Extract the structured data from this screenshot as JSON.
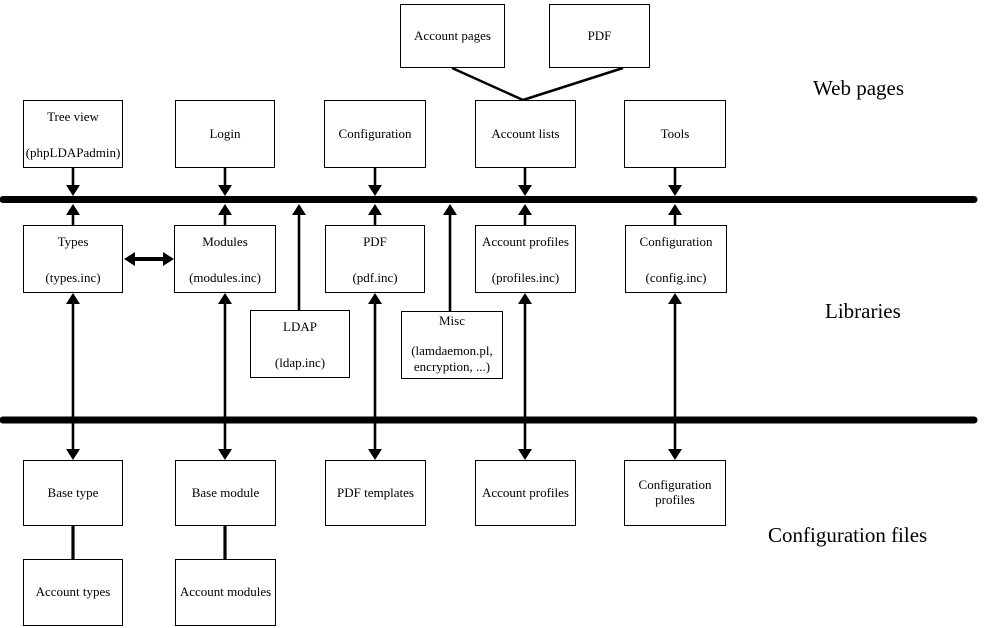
{
  "section_labels": {
    "web_pages": "Web pages",
    "libraries": "Libraries",
    "configuration_files": "Configuration files"
  },
  "boxes": {
    "account_pages": {
      "line1": "Account pages"
    },
    "pdf_top": {
      "line1": "PDF"
    },
    "tree_view": {
      "line1": "Tree view",
      "line2": "(phpLDAPadmin)"
    },
    "login": {
      "line1": "Login"
    },
    "configuration_page": {
      "line1": "Configuration"
    },
    "account_lists": {
      "line1": "Account lists"
    },
    "tools": {
      "line1": "Tools"
    },
    "types": {
      "line1": "Types",
      "line2": "(types.inc)"
    },
    "modules": {
      "line1": "Modules",
      "line2": "(modules.inc)"
    },
    "pdf_lib": {
      "line1": "PDF",
      "line2": "(pdf.inc)"
    },
    "account_profiles_lib": {
      "line1": "Account profiles",
      "line2": "(profiles.inc)"
    },
    "configuration_lib": {
      "line1": "Configuration",
      "line2": "(config.inc)"
    },
    "ldap": {
      "line1": "LDAP",
      "line2": "(ldap.inc)"
    },
    "misc": {
      "line1": "Misc",
      "line2": "(lamdaemon.pl,",
      "line3": "encryption, ...)"
    },
    "base_type": {
      "line1": "Base type"
    },
    "base_module": {
      "line1": "Base module"
    },
    "pdf_templates": {
      "line1": "PDF templates"
    },
    "account_profiles_file": {
      "line1": "Account profiles"
    },
    "configuration_profiles": {
      "line1": "Configuration",
      "line2": "profiles"
    },
    "account_types": {
      "line1": "Account types"
    },
    "account_modules": {
      "line1": "Account modules"
    }
  },
  "colors": {
    "ink": "#000000",
    "background": "#ffffff"
  }
}
